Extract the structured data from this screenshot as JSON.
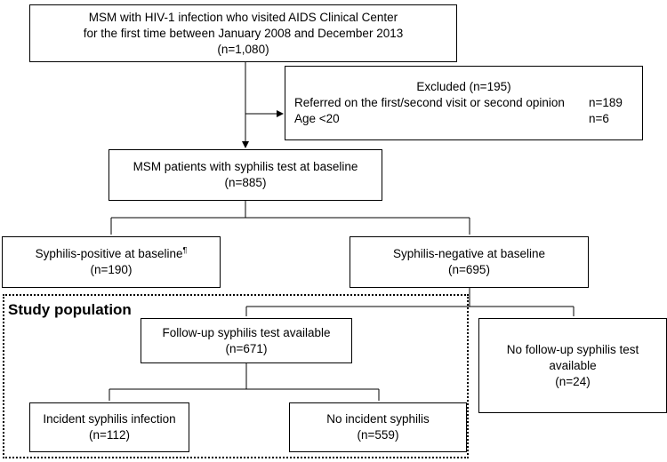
{
  "boxes": {
    "msm_total": {
      "line1": "MSM with HIV-1 infection who visited AIDS Clinical Center",
      "line2": "for the first time between January 2008 and December 2013",
      "line3": "(n=1,080)"
    },
    "excluded": {
      "title": "Excluded (n=195)",
      "rows": [
        {
          "label": "Referred on the first/second visit or second opinion",
          "value": "n=189"
        },
        {
          "label": "Age <20",
          "value": "n=6"
        }
      ]
    },
    "tested": {
      "line1": "MSM patients with syphilis test at baseline",
      "line2": "(n=885)"
    },
    "positive": {
      "line1": "Syphilis-positive at baseline",
      "mark": "¶",
      "line2": "(n=190)"
    },
    "negative": {
      "line1": "Syphilis-negative at baseline",
      "line2": "(n=695)"
    },
    "followup": {
      "line1": "Follow-up syphilis test available",
      "line2": "(n=671)"
    },
    "no_followup": {
      "line1": "No follow-up syphilis test",
      "line2": "available",
      "line3": "(n=24)"
    },
    "incident": {
      "line1": "Incident syphilis infection",
      "line2": "(n=112)"
    },
    "no_incident": {
      "line1": "No incident syphilis",
      "line2": "(n=559)"
    }
  },
  "study_population_label": "Study population"
}
